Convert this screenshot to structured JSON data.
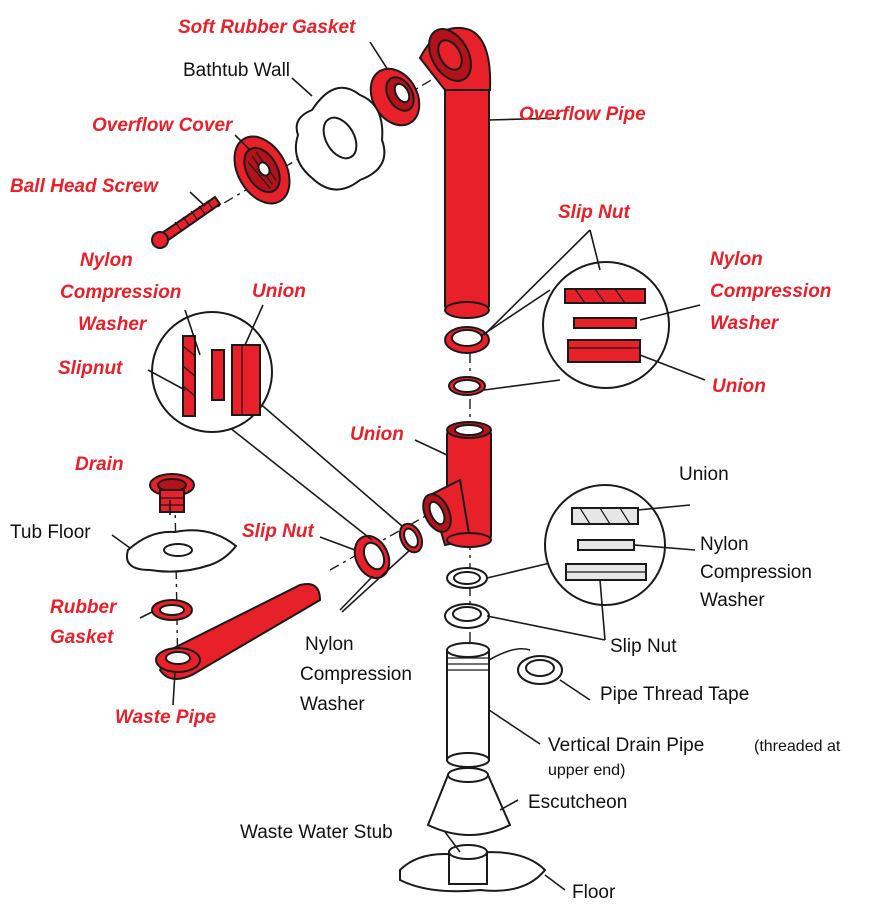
{
  "labels_red": {
    "soft_rubber_gasket": "Soft Rubber Gasket",
    "overflow_pipe": "Overflow Pipe",
    "overflow_cover": "Overflow Cover",
    "ball_head_screw": "Ball Head Screw",
    "slip_nut_right": "Slip Nut",
    "nylon_right_1": "Nylon",
    "nylon_right_2": "Compression",
    "nylon_right_3": "Washer",
    "union_right": "Union",
    "nylon_left_1": "Nylon",
    "nylon_left_2": "Compression",
    "nylon_left_3": "Washer",
    "union_left": "Union",
    "slipnut_left": "Slipnut",
    "union_center": "Union",
    "drain": "Drain",
    "slip_nut_center": "Slip Nut",
    "rubber_gasket_1": "Rubber",
    "rubber_gasket_2": "Gasket",
    "waste_pipe": "Waste Pipe"
  },
  "labels_black": {
    "bathtub_wall": "Bathtub Wall",
    "tub_floor": "Tub Floor",
    "union_lower": "Union",
    "nylon_lower_1": "Nylon",
    "nylon_lower_2": "Compression",
    "nylon_lower_3": "Washer",
    "slip_nut_lower": "Slip Nut",
    "nylon_mid_1": "Nylon",
    "nylon_mid_2": "Compression",
    "nylon_mid_3": "Washer",
    "pipe_thread_tape": "Pipe Thread Tape",
    "vertical_drain_pipe": "Vertical Drain Pipe",
    "threaded_note_1": "(threaded at",
    "threaded_note_2": "upper end)",
    "escutcheon": "Escutcheon",
    "waste_water_stub": "Waste Water Stub",
    "floor": "Floor"
  },
  "colors": {
    "part_red": "#e8202a",
    "outline": "#1a1a1a",
    "label_red": "#e8202a"
  }
}
